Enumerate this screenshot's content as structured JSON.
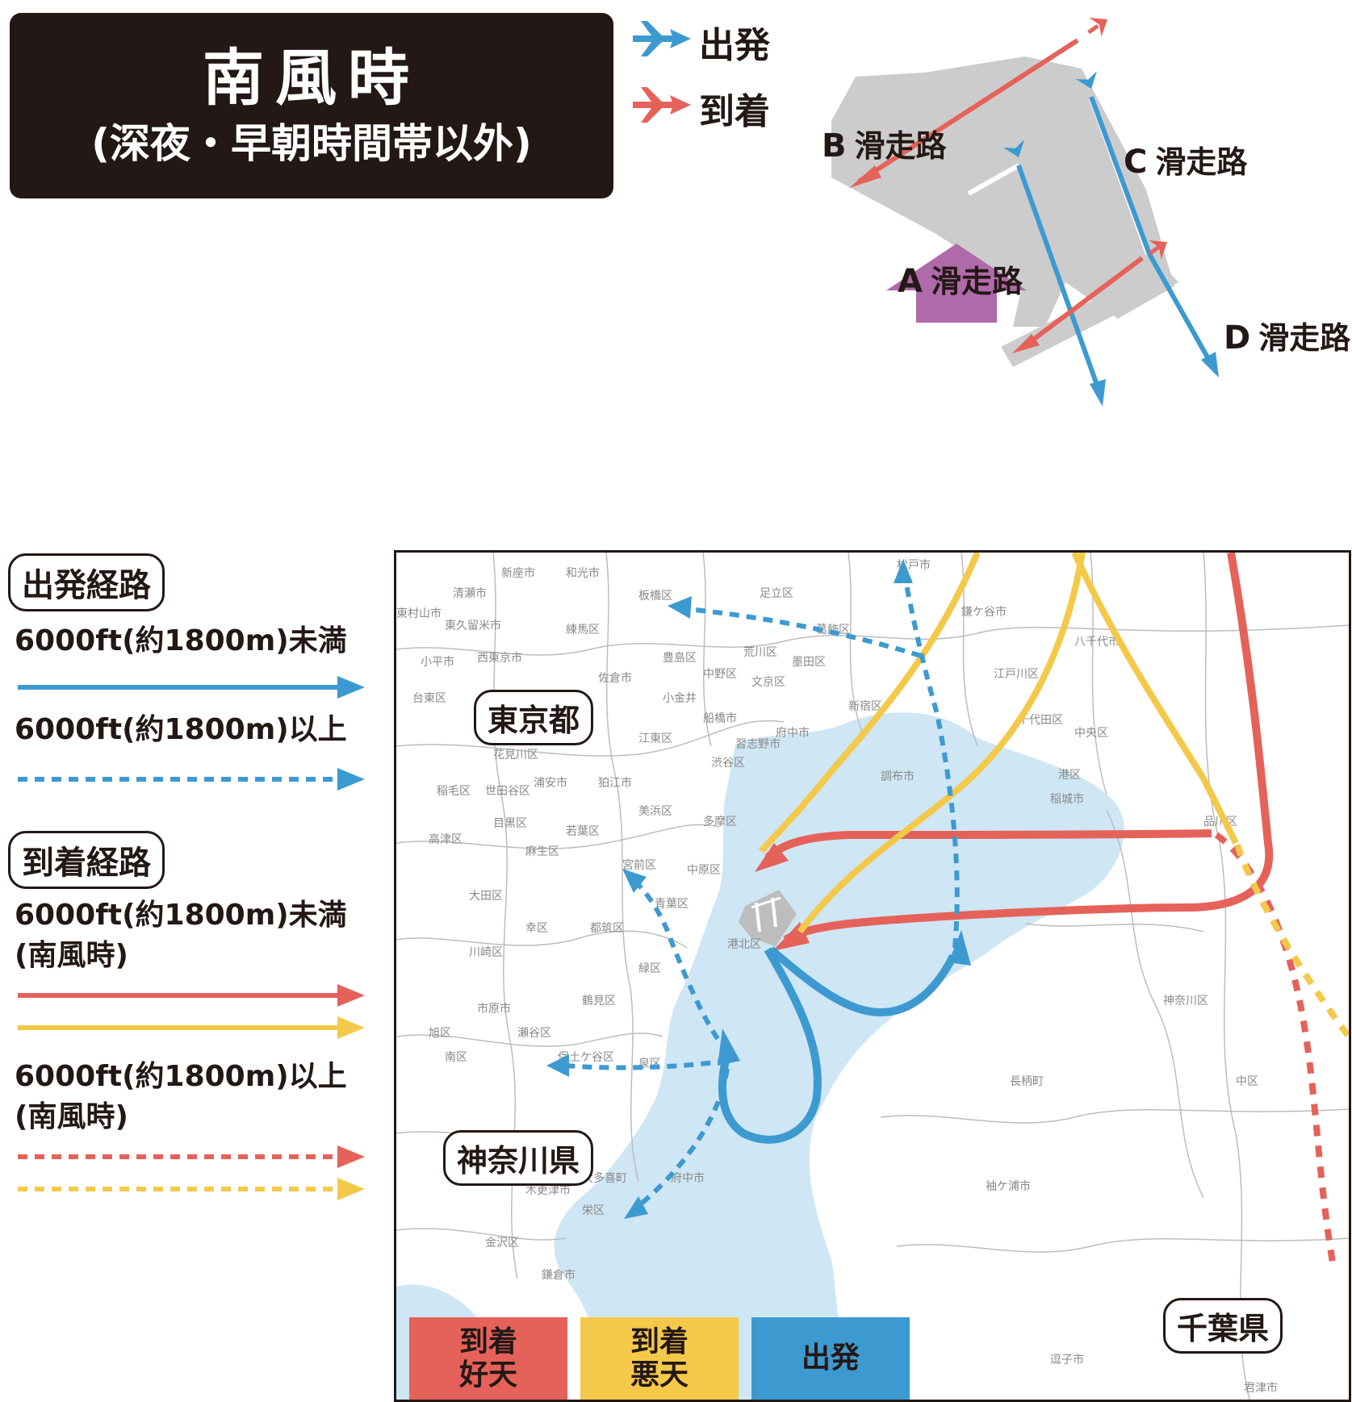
{
  "title": {
    "main": "南風時",
    "sub": "(深夜・早朝時間帯以外)"
  },
  "top_legend": {
    "departure": "出発",
    "arrival": "到着"
  },
  "runways": [
    {
      "letter": "A",
      "suffix": "滑走路"
    },
    {
      "letter": "B",
      "suffix": "滑走路"
    },
    {
      "letter": "C",
      "suffix": "滑走路"
    },
    {
      "letter": "D",
      "suffix": "滑走路"
    }
  ],
  "wind_label": "南風",
  "left_legend": {
    "departure_title": "出発経路",
    "dep_below": "6000ft(約1800m)未満",
    "dep_above": "6000ft(約1800m)以上",
    "arrival_title": "到着経路",
    "arr_below": "6000ft(約1800m)未満",
    "arr_below_note": "(南風時)",
    "arr_above": "6000ft(約1800m)以上",
    "arr_above_note": "(南風時)"
  },
  "map_labels": {
    "tokyo": "東京都",
    "kanagawa": "神奈川県",
    "chiba": "千葉県"
  },
  "swatches": {
    "arr_good_1": "到着",
    "arr_good_2": "好天",
    "arr_bad_1": "到着",
    "arr_bad_2": "悪天",
    "dep": "出発"
  },
  "places": [
    "新座市",
    "和光市",
    "清瀬市",
    "板橋区",
    "足立区",
    "松戸市",
    "東村山市",
    "東久留米市",
    "練馬区",
    "葛飾区",
    "鎌ケ谷市",
    "小平市",
    "西東京市",
    "豊島区",
    "荒川区",
    "墨田区",
    "八千代市",
    "佐倉市",
    "中野区",
    "文京区",
    "台東区",
    "小金井",
    "新宿区",
    "江戸川区",
    "船橋市",
    "千代田区",
    "習志野市",
    "府中市",
    "中央区",
    "江東区",
    "花見川区",
    "渋谷区",
    "調布市",
    "港区",
    "浦安市",
    "稲毛区",
    "狛江市",
    "世田谷区",
    "稲城市",
    "美浜区",
    "目黒区",
    "多摩区",
    "品川区",
    "若葉区",
    "高津区",
    "麻生区",
    "宮前区",
    "中原区",
    "大田区",
    "青葉区",
    "幸区",
    "都筑区",
    "港北区",
    "川崎区",
    "緑区",
    "鶴見区",
    "神奈川区",
    "市原市",
    "旭区",
    "瀬谷区",
    "保土ケ谷区",
    "南区",
    "泉区",
    "中区",
    "長柄町",
    "袖ケ浦市",
    "木更津市",
    "栄区",
    "金沢区",
    "鎌倉市",
    "逗子市",
    "君津市",
    "大多喜町",
    "府中市"
  ],
  "colors": {
    "arrival_good": "#e5625a",
    "arrival_bad": "#f4c94a",
    "departure": "#3d9ad1",
    "wind": "#b06aaa",
    "sea": "#cfe6f4",
    "land": "#cccccc"
  }
}
